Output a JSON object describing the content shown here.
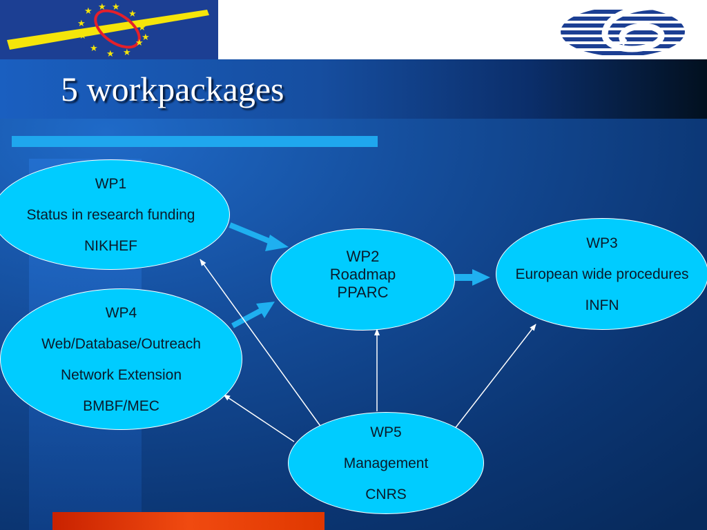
{
  "colors": {
    "ellipse_fill": "#00ccff",
    "accent_bar": "#1fa7ee",
    "bottom_bar": "#f04a10",
    "arrow_thick": "#1fb0f0",
    "arrow_thin": "#ffffff"
  },
  "logos": {
    "left": "eu-logo-icon",
    "right": "fp6-logo-icon"
  },
  "slide": {
    "title": "5 workpackages"
  },
  "packages": {
    "wp1": {
      "lines": [
        "WP1",
        "Status in research funding",
        "NIKHEF"
      ]
    },
    "wp2": {
      "lines": [
        "WP2",
        "Roadmap",
        "PPARC"
      ]
    },
    "wp3": {
      "lines": [
        "WP3",
        "European wide procedures",
        "INFN"
      ]
    },
    "wp4": {
      "lines": [
        "WP4",
        "Web/Database/Outreach",
        "Network Extension",
        "BMBF/MEC"
      ]
    },
    "wp5": {
      "lines": [
        "WP5",
        "Management",
        "CNRS"
      ]
    }
  },
  "links": [
    {
      "from": "WP1",
      "to": "WP2",
      "style": "thick"
    },
    {
      "from": "WP4",
      "to": "WP2",
      "style": "thick"
    },
    {
      "from": "WP2",
      "to": "WP3",
      "style": "thick"
    },
    {
      "from": "WP5",
      "to": "WP1",
      "style": "thin"
    },
    {
      "from": "WP5",
      "to": "WP2",
      "style": "thin"
    },
    {
      "from": "WP5",
      "to": "WP3",
      "style": "thin"
    },
    {
      "from": "WP5",
      "to": "WP4",
      "style": "thin"
    }
  ]
}
